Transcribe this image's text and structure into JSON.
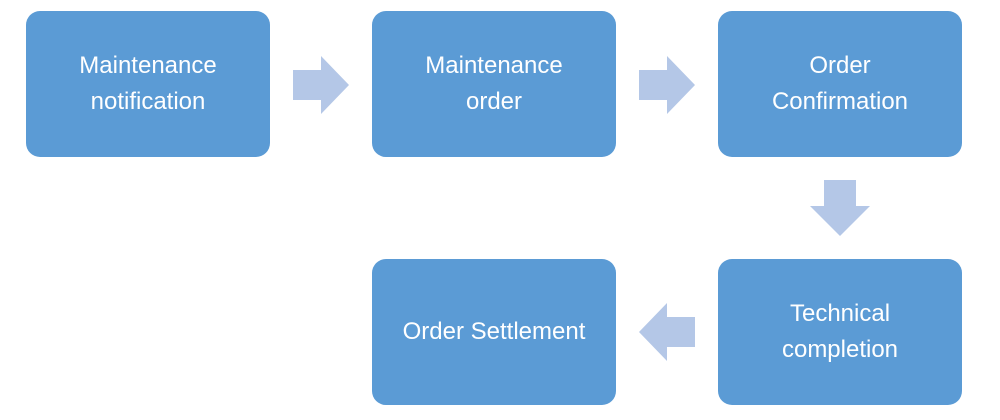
{
  "colors": {
    "box_fill": "#5B9BD5",
    "box_text": "#FFFFFF",
    "arrow_fill": "#B4C7E7",
    "background": "#FFFFFF"
  },
  "steps": [
    {
      "label": "Maintenance\nnotification"
    },
    {
      "label": "Maintenance\norder"
    },
    {
      "label": "Order\nConfirmation"
    },
    {
      "label": "Technical\ncompletion"
    },
    {
      "label": "Order Settlement"
    }
  ],
  "arrows": [
    {
      "direction": "right",
      "from": "Maintenance notification",
      "to": "Maintenance order"
    },
    {
      "direction": "right",
      "from": "Maintenance order",
      "to": "Order Confirmation"
    },
    {
      "direction": "down",
      "from": "Order Confirmation",
      "to": "Technical completion"
    },
    {
      "direction": "left",
      "from": "Technical completion",
      "to": "Order Settlement"
    }
  ]
}
